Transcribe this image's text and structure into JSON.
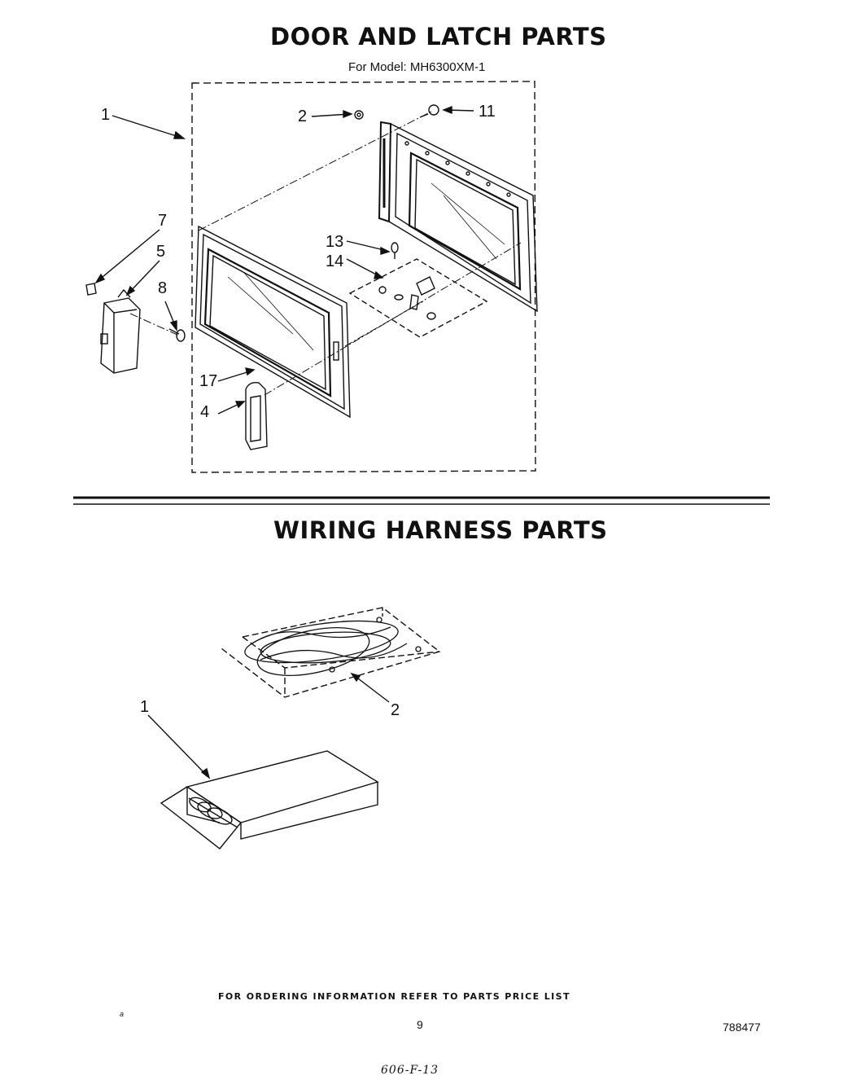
{
  "door_section": {
    "title": "DOOR AND LATCH PARTS",
    "model_line": "For Model: MH6300XM-1",
    "callouts": [
      "1",
      "2",
      "11",
      "7",
      "5",
      "8",
      "13",
      "14",
      "17",
      "4"
    ]
  },
  "wiring_section": {
    "title": "WIRING HARNESS  PARTS",
    "callouts": [
      "1",
      "2"
    ]
  },
  "footer": {
    "ordering_note": "FOR ORDERING INFORMATION REFER TO PARTS PRICE LIST",
    "page_number": "9",
    "doc_number": "788477",
    "handwritten_code": "606-F-13",
    "corner_mark": "a"
  }
}
